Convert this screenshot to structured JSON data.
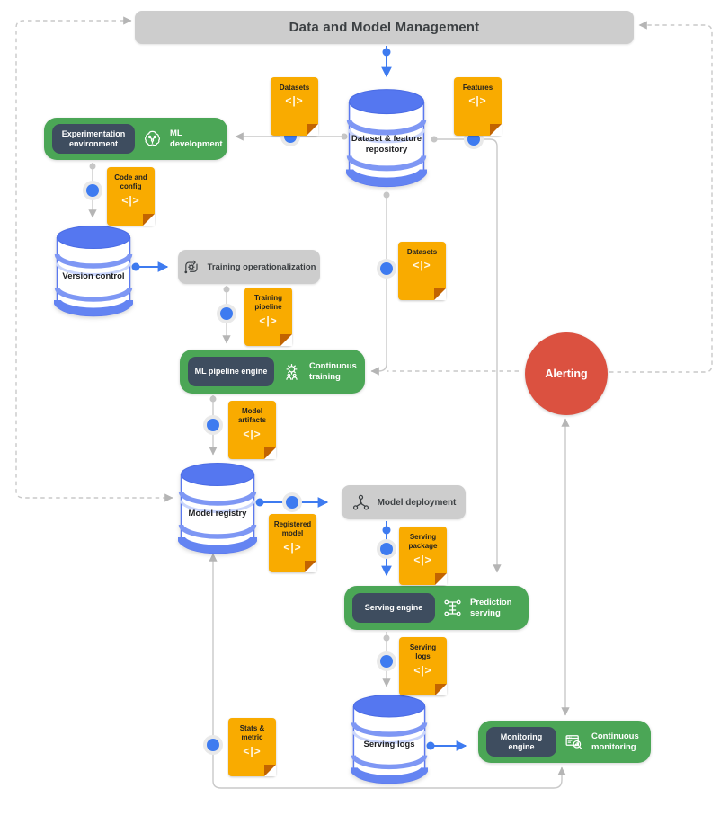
{
  "doc_glyph": "<|>",
  "colors": {
    "green": "#4BA656",
    "navy": "#3E4D5F",
    "gray": "#CDCDCD",
    "yellow": "#F9AB00",
    "fold": "#C26401",
    "blue": "#3E7BF0",
    "red": "#DB5140",
    "line": "#C9C9C9",
    "arrow": "#B5B5B5",
    "cyl": "#5577F0",
    "band": "#7E97F4",
    "band-light": "#C9D5FC",
    "text": "#202124"
  },
  "nodes": {
    "header": "Data and Model Management",
    "experimentation_environment": "Experimentation environment",
    "ml_development": "ML development",
    "dataset_feature_repository": "Dataset & feature repository",
    "version_control": "Version control",
    "training_operationalization": "Training operationalization",
    "ml_pipeline_engine": "ML pipeline engine",
    "continuous_training": "Continuous training",
    "model_registry": "Model registry",
    "model_deployment": "Model deployment",
    "serving_engine": "Serving engine",
    "prediction_serving": "Prediction serving",
    "serving_logs_store": "Serving logs",
    "monitoring_engine": "Monitoring engine",
    "continuous_monitoring": "Continuous monitoring",
    "alerting": "Alerting"
  },
  "documents": {
    "datasets_top": "Datasets",
    "features": "Features",
    "code_and_config": "Code and config",
    "training_pipeline": "Training pipeline",
    "datasets_middle": "Datasets",
    "model_artifacts": "Model artifacts",
    "registered_model": "Registered model",
    "serving_package": "Serving package",
    "serving_logs": "Serving logs",
    "stats_and_metric": "Stats & metric"
  }
}
